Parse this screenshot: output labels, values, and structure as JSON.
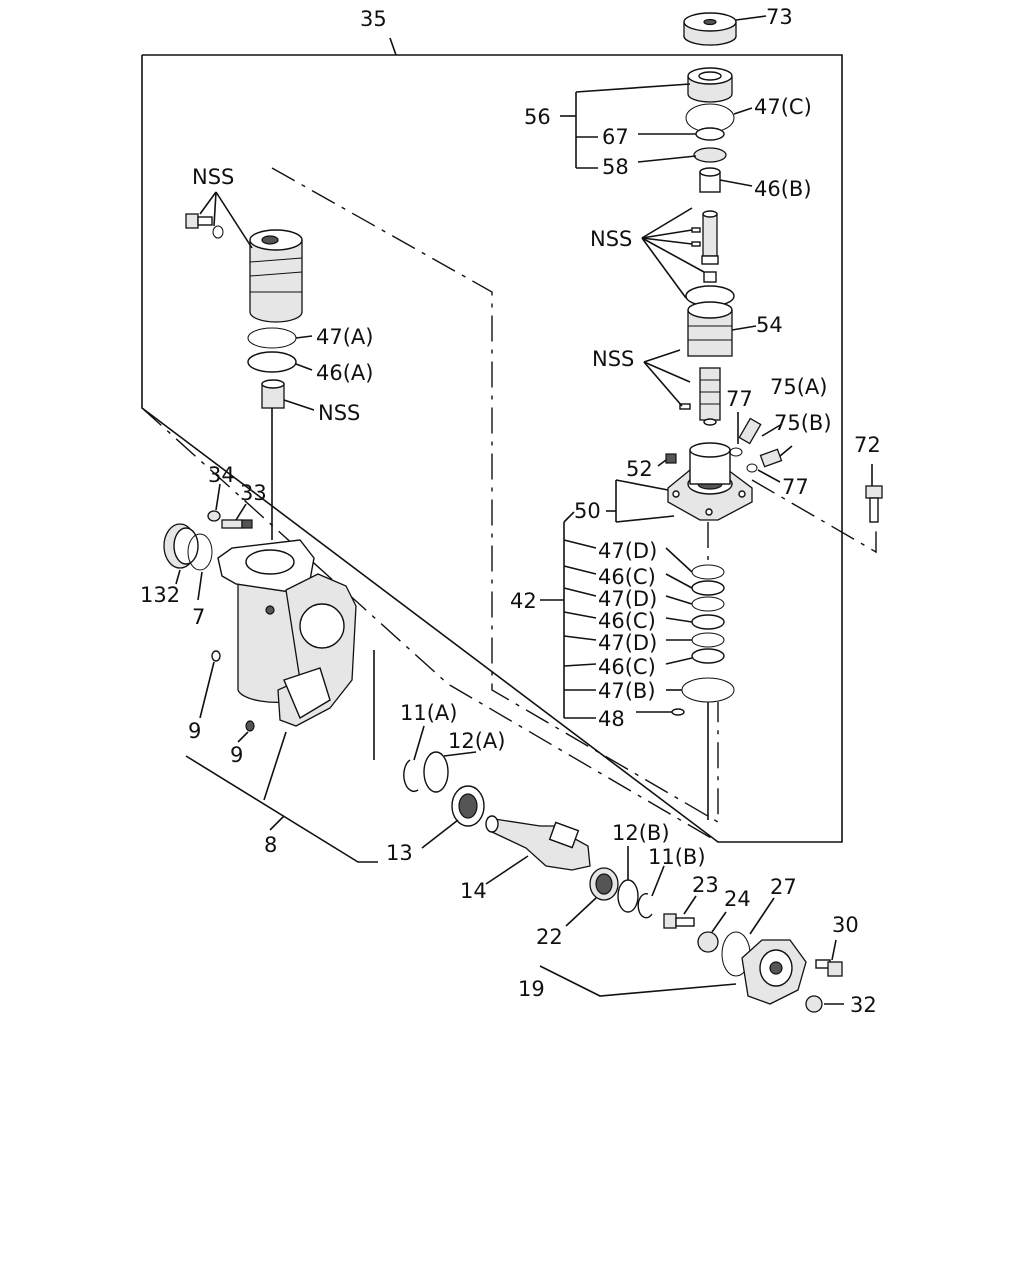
{
  "labels": {
    "l35": "35",
    "l73": "73",
    "l56": "56",
    "l47c": "47(C)",
    "l67": "67",
    "l58": "58",
    "l46b": "46(B)",
    "lnss_valve": "NSS",
    "l54": "54",
    "lnss_spool": "NSS",
    "l77a": "77",
    "l75a": "75(A)",
    "l75b": "75(B)",
    "l77b": "77",
    "l72": "72",
    "l52": "52",
    "l50": "50",
    "l42": "42",
    "l47d1": "47(D)",
    "l46c1": "46(C)",
    "l47d2": "47(D)",
    "l46c2": "46(C)",
    "l47d3": "47(D)",
    "l46c3": "46(C)",
    "l47b": "47(B)",
    "l48": "48",
    "lnss_top": "NSS",
    "l47a": "47(A)",
    "l46a": "46(A)",
    "lnss_plug": "NSS",
    "l34": "34",
    "l33": "33",
    "l132": "132",
    "l7": "7",
    "l9a": "9",
    "l9b": "9",
    "l8": "8",
    "l11a": "11(A)",
    "l12a": "12(A)",
    "l13": "13",
    "l14": "14",
    "l12b": "12(B)",
    "l11b": "11(B)",
    "l22": "22",
    "l23": "23",
    "l24": "24",
    "l27": "27",
    "l30": "30",
    "l19": "19",
    "l32": "32"
  }
}
